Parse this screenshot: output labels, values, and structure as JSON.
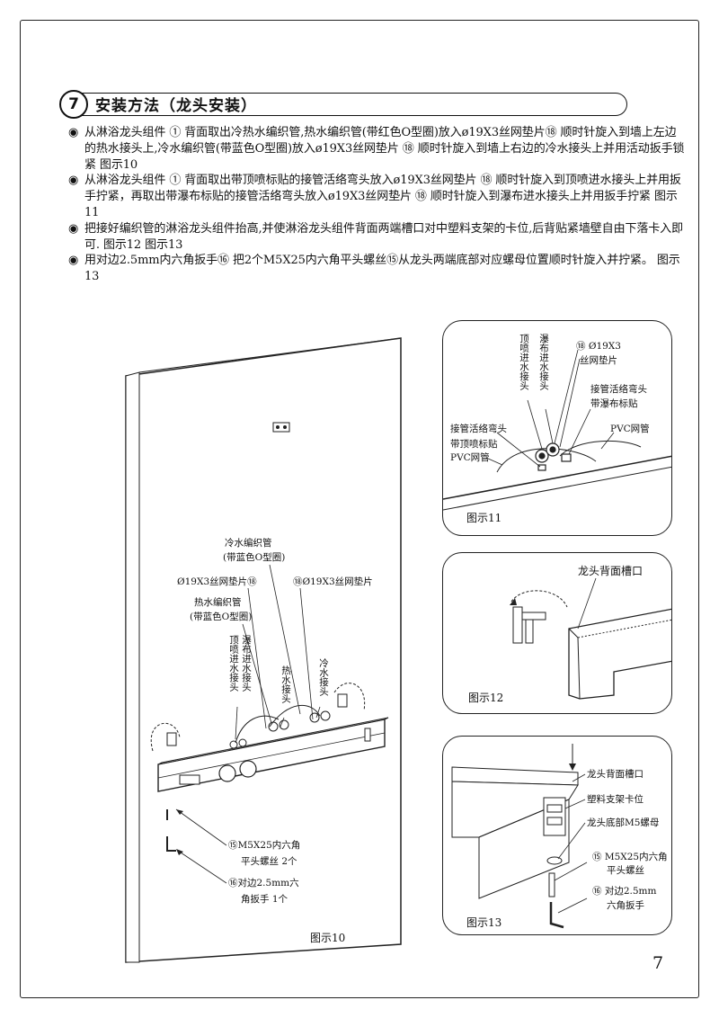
{
  "section": {
    "number": "7",
    "title": "安装方法（龙头安装）"
  },
  "steps": [
    "从淋浴龙头组件 ① 背面取出冷热水编织管,热水编织管(带红色O型圈)放入ø19X3丝网垫片⑱ 顺时针旋入到墙上左边的热水接头上,冷水编织管(带蓝色O型圈)放入ø19X3丝网垫片 ⑱ 顺时针旋入到墙上右边的冷水接头上并用活动扳手锁紧   图示10",
    "从淋浴龙头组件 ① 背面取出带顶喷标贴的接管活络弯头放入ø19X3丝网垫片 ⑱ 顺时针旋入到顶喷进水接头上并用扳手拧紧，再取出带瀑布标贴的接管活络弯头放入ø19X3丝网垫片 ⑱  顺时针旋入到瀑布进水接头上并用扳手拧紧  图示11",
    "把接好编织管的淋浴龙头组件抬高,并使淋浴龙头组件背面两端槽口对中塑料支架的卡位,后背贴紧墙壁自由下落卡入即可. 图示12 图示13",
    "用对边2.5mm内六角扳手⑯ 把2个M5X25内六角平头螺丝⑮从龙头两端底部对应螺母位置顺时针旋入并拧紧。   图示13"
  ],
  "bullet_symbol": "◉",
  "fig10": {
    "caption": "图示10",
    "cold_hose_label": "冷水编织管",
    "cold_hose_sub": "(带蓝色O型圈)",
    "gasket_left": "Ø19X3丝网垫片⑱",
    "gasket_right": "⑱Ø19X3丝网垫片",
    "hot_hose_label": "热水编织管",
    "hot_hose_sub": "(带蓝色O型圈)",
    "top_inlet": "顶喷进水接头",
    "fall_inlet": "瀑布进水接头",
    "hot_inlet": "热水接头",
    "cold_inlet": "冷水接头",
    "screw_label_1": "⑮M5X25内六角",
    "screw_label_2": "平头螺丝 2个",
    "wrench_label_1": "⑯对边2.5mm六",
    "wrench_label_2": "角扳手  1个"
  },
  "fig11": {
    "caption": "图示11",
    "top_inlet": "顶喷进水接头",
    "fall_inlet": "瀑布进水接头",
    "gasket_1": "⑱ Ø19X3",
    "gasket_2": "丝网垫片",
    "elbow_fall_1": "接管活络弯头",
    "elbow_fall_2": "带瀑布标贴",
    "pvc_right": "PVC网管",
    "elbow_top_1": "接管活络弯头",
    "elbow_top_2": "带顶喷标贴",
    "pvc_left": "PVC网管"
  },
  "fig12": {
    "caption": "图示12",
    "slot_label": "龙头背面槽口"
  },
  "fig13": {
    "caption": "图示13",
    "slot_label": "龙头背面槽口",
    "bracket_label": "塑料支架卡位",
    "nut_label": "龙头底部M5螺母",
    "screw_1": "⑮ M5X25内六角",
    "screw_2": "平头螺丝",
    "wrench_1": "⑯ 对边2.5mm",
    "wrench_2": "六角扳手"
  },
  "page_number": "7"
}
